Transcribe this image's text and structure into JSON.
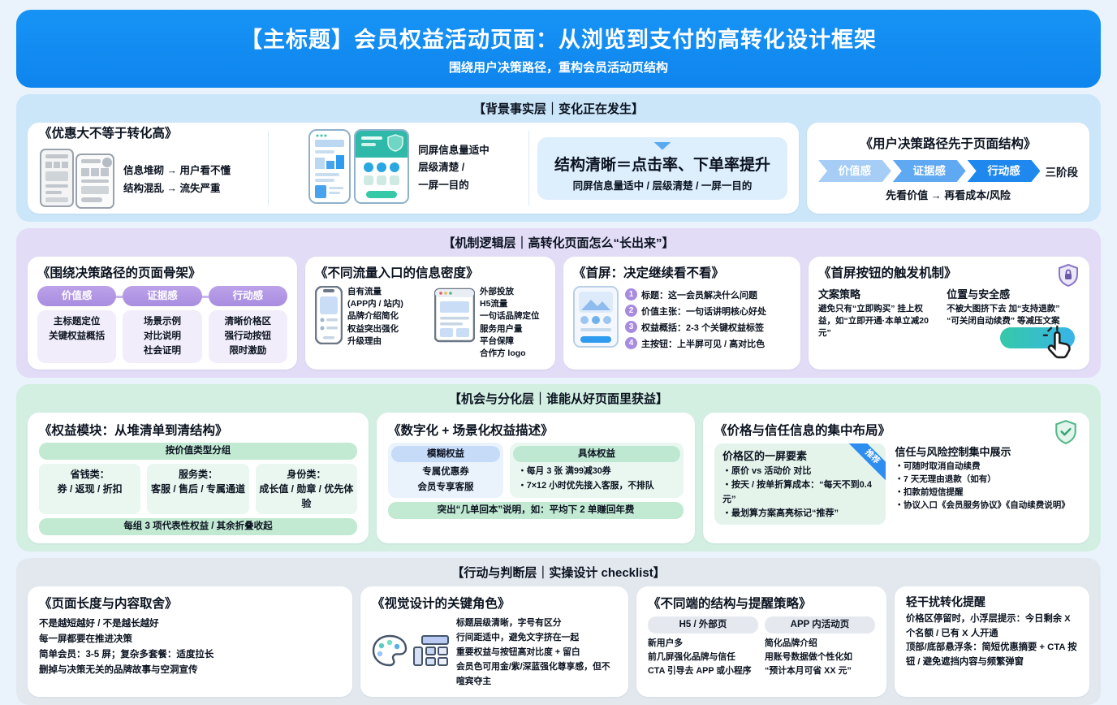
{
  "colors": {
    "accent_blue": "#1389F2",
    "accent_purple": "#A78BE0",
    "accent_green": "#35C9A8"
  },
  "header": {
    "title": "【主标题】会员权益活动页面：从浏览到支付的高转化设计框架",
    "subtitle": "围绕用户决策路径，重构会员活动页结构"
  },
  "facts": {
    "section_title": "【背景事实层｜变化正在发生】",
    "card_offer": {
      "title": "《优惠大不等于转化高》",
      "line1": "信息堆砌 → 用户看不懂",
      "line2": "结构混乱 → 流失严重"
    },
    "card_screen": {
      "line1": "同屏信息量适中",
      "line2": "层级清楚 /",
      "line3": "一屏一目的"
    },
    "card_result": {
      "title": "结构清晰＝点击率、下单率提升",
      "subtitle": "同屏信息量适中 / 层级清楚 / 一屏一目的"
    },
    "card_path": {
      "title": "《用户决策路径先于页面结构》",
      "steps": [
        "价值感",
        "证据感",
        "行动感"
      ],
      "steps_suffix": "三阶段",
      "footnote": "先看价值 → 再看成本/风险"
    }
  },
  "mechanism": {
    "section_title": "【机制逻辑层｜高转化页面怎么“长出来”】",
    "card_skeleton": {
      "title": "《围绕决策路径的页面骨架》",
      "cols": [
        {
          "pill": "价值感",
          "l1": "主标题定位",
          "l2": "关键权益概括",
          "l3": ""
        },
        {
          "pill": "证据感",
          "l1": "场景示例",
          "l2": "对比说明",
          "l3": "社会证明"
        },
        {
          "pill": "行动感",
          "l1": "清晰价格区",
          "l2": "强行动按钮",
          "l3": "限时激励"
        }
      ]
    },
    "card_density": {
      "title": "《不同流量入口的信息密度》",
      "own": {
        "l1": "自有流量",
        "l2": "(APP内 / 站内)",
        "l3": "品牌介绍简化",
        "l4": "权益突出强化",
        "l5": "升级理由"
      },
      "external": {
        "l1": "外部投放",
        "l2": "H5流量",
        "l3": "一句话品牌定位",
        "l4": "服务用户量",
        "l5": "平台保障",
        "l6": "合作方 logo"
      }
    },
    "card_firstscreen": {
      "title": "《首屏：决定继续看不看》",
      "items": [
        {
          "num": "1",
          "text": "标题：这一会员解决什么问题"
        },
        {
          "num": "2",
          "text": "价值主张：一句话讲明核心好处"
        },
        {
          "num": "3",
          "text": "权益概括：2-3 个关键权益标签"
        },
        {
          "num": "4",
          "text": "主按钮：上半屏可见 / 高对比色"
        }
      ]
    },
    "card_trigger": {
      "title": "《首屏按钮的触发机制》",
      "col1_title": "文案策略",
      "col1_text": "避免只有“立即购买” 挂上权益，如“立即开通·本单立减20元”",
      "col2_title": "位置与安全感",
      "col2_text": "不被大图挤下去 加“支持退款” “可关闭自动续费” 等减压文案"
    }
  },
  "opportunity": {
    "section_title": "【机会与分化层｜谁能从好页面里获益】",
    "card_modules": {
      "title": "《权益模块：从堆清单到清结构》",
      "header_pill": "按价值类型分组",
      "groups": [
        {
          "name": "省钱类：",
          "items": "券 / 返现 / 折扣"
        },
        {
          "name": "服务类：",
          "items": "客服 / 售后 / 专属通道"
        },
        {
          "name": "身份类：",
          "items": "成长值 / 勋章 / 优先体验"
        }
      ],
      "footer_pill": "每组 3 项代表性权益 / 其余折叠收起"
    },
    "card_describe": {
      "title": "《数字化 + 场景化权益描述》",
      "vague_pill": "模糊权益",
      "vague_l1": "专属优惠券",
      "vague_l2": "会员专享客服",
      "concrete_pill": "具体权益",
      "concrete_l1": "・每月 3 张 满99减30券",
      "concrete_l2": "・7×12 小时优先接入客服，不排队",
      "footer": "突出“几单回本”说明，如：平均下 2 单赚回年费"
    },
    "card_price": {
      "title": "《价格与信任信息的集中布局》",
      "ribbon": "推荐",
      "left_title": "价格区的一屏要素",
      "left_l1": "・原价 vs 活动价 对比",
      "left_l2": "・按天 / 按单折算成本：“每天不到0.4 元”",
      "left_l3": "・最划算方案高亮标记“推荐”",
      "right_title": "信任与风险控制集中展示",
      "right_l1": "・可随时取消自动续费",
      "right_l2": "・7 天无理由退款（如有）",
      "right_l3": "・扣款前短信提醒",
      "right_l4": "・协议入口《会员服务协议》《自动续费说明》"
    }
  },
  "action": {
    "section_title": "【行动与判断层｜实操设计 checklist】",
    "card_length": {
      "title": "《页面长度与内容取舍》",
      "l1": "不是越短越好 / 不是越长越好",
      "l2": "每一屏都要在推进决策",
      "l3": "简单会员：3-5 屏；复杂多套餐：适度拉长",
      "l4": "删掉与决策无关的品牌故事与空洞宣传"
    },
    "card_visual": {
      "title": "《视觉设计的关键角色》",
      "l1": "标题层级清晰，字号有区分",
      "l2": "行间距适中，避免文字挤在一起",
      "l3": "重要权益与按钮高对比度 + 留白",
      "l4": "会员色可用金/紫/深蓝强化尊享感，但不喧宾夺主"
    },
    "card_channels": {
      "title": "《不同端的结构与提醒策略》",
      "h5_pill": "H5 / 外部页",
      "app_pill": "APP 内活动页",
      "h5_l1": "新用户多",
      "h5_l2": "前几屏强化品牌与信任",
      "h5_l3": "CTA 引导去 APP 或小程序",
      "app_l1": "简化品牌介绍",
      "app_l2": "用账号数据做个性化如",
      "app_l3": "“预计本月可省 XX 元”"
    },
    "card_reminder": {
      "title": "轻干扰转化提醒",
      "l1": "价格区停留时，小浮层提示：今日剩余 X 个名额 / 已有 X 人开通",
      "l2": "顶部/底部悬浮条：简短优惠摘要 + CTA 按钮 / 避免遮挡内容与频繁弹窗"
    }
  }
}
